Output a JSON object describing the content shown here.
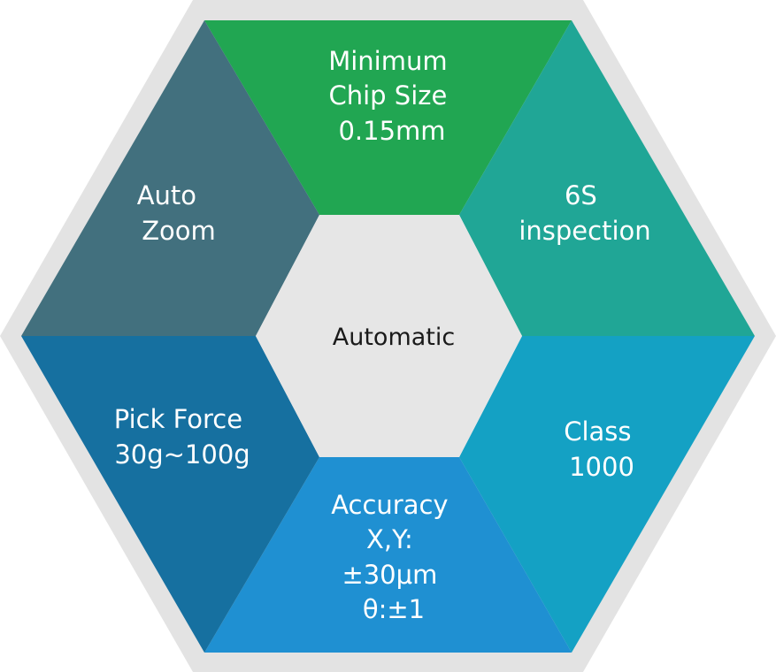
{
  "diagram": {
    "center": {
      "label": "Automatic",
      "fill": "#e6e6e6"
    },
    "frame_fill": "#e3e3e3",
    "segments": [
      {
        "id": "top",
        "lines": [
          "Minimum",
          "Chip Size",
          "0.15mm"
        ],
        "fill": "#21a652"
      },
      {
        "id": "upper-right",
        "lines": [
          "6S",
          "inspection"
        ],
        "fill": "#20a696"
      },
      {
        "id": "lower-right",
        "lines": [
          "Class",
          "1000"
        ],
        "fill": "#14a1c4"
      },
      {
        "id": "bottom",
        "lines": [
          "Accuracy",
          "X,Y:",
          "±30μm",
          "θ:±1"
        ],
        "fill": "#1f90d2"
      },
      {
        "id": "lower-left",
        "lines": [
          "Pick Force",
          "30g~100g"
        ],
        "fill": "#1670a0"
      },
      {
        "id": "upper-left",
        "lines": [
          "Auto",
          "Zoom"
        ],
        "fill": "#42707e"
      }
    ]
  }
}
